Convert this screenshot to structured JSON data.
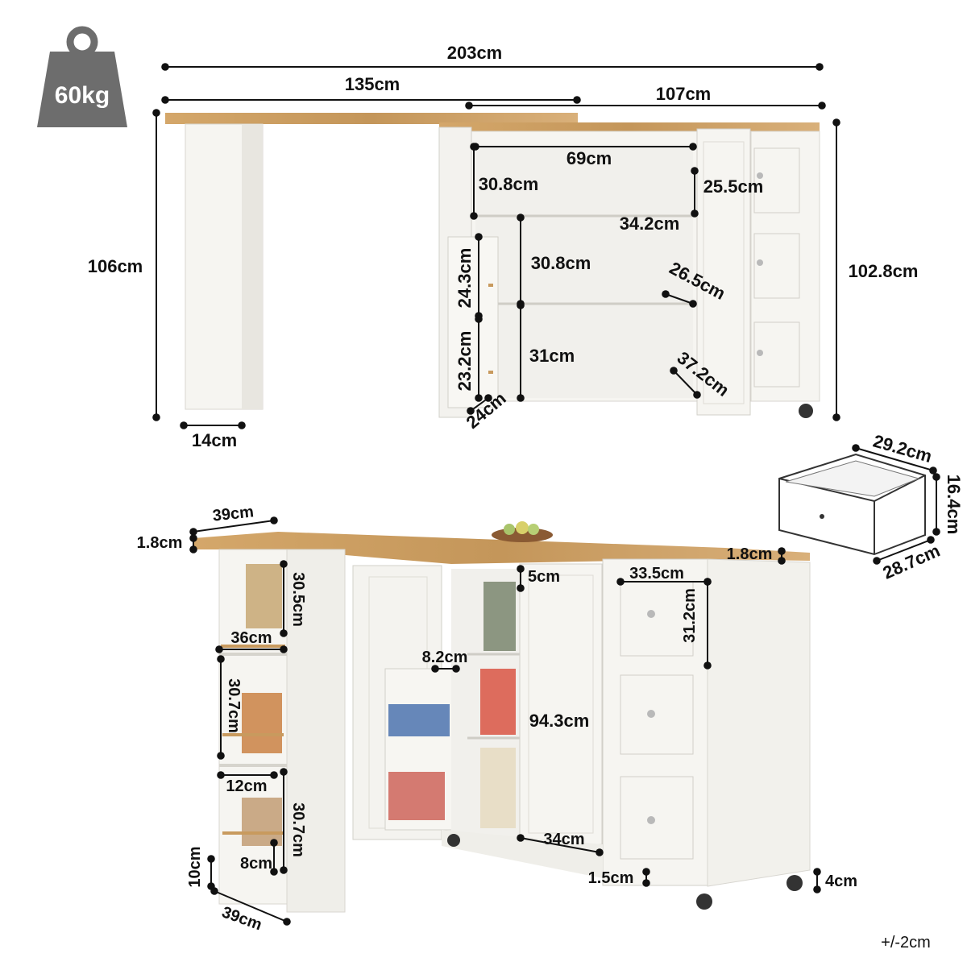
{
  "weight": {
    "label": "60kg"
  },
  "top_view": {
    "dim_total_width": "203cm",
    "dim_top_left": "135cm",
    "dim_top_right": "107cm",
    "dim_height_left": "106cm",
    "dim_height_right": "102.8cm",
    "dim_leg_width": "14cm",
    "dim_cabinet_inner_width": "69cm",
    "dim_shelf1_height": "30.8cm",
    "dim_shelf2_height": "30.8cm",
    "dim_shelf3_height": "31cm",
    "dim_door_rack_upper": "24.3cm",
    "dim_door_rack_lower": "23.2cm",
    "dim_door_rack_depth": "24cm",
    "dim_shelf_depth_top": "34.2cm",
    "dim_door_shelf_top": "25.5cm",
    "dim_diag_mid": "26.5cm",
    "dim_diag_low": "37.2cm"
  },
  "drawer_detail": {
    "dim_width": "29.2cm",
    "dim_height": "16.4cm",
    "dim_depth": "28.7cm"
  },
  "bottom_view": {
    "dim_top_depth": "39cm",
    "dim_top_thickness_left": "1.8cm",
    "dim_top_thickness_right": "1.8cm",
    "dim_side_shelf_upper": "30.5cm",
    "dim_side_shelf_width": "36cm",
    "dim_side_shelf_mid": "30.7cm",
    "dim_side_shelf_low": "30.7cm",
    "dim_rail_gap": "12cm",
    "dim_rail_height": "8cm",
    "dim_base_height": "10cm",
    "dim_base_depth": "39cm",
    "dim_door_shelf_offset": "5cm",
    "dim_door_rack_depth": "8.2cm",
    "dim_cabinet_height": "94.3cm",
    "dim_cabinet_depth": "34cm",
    "dim_drawer_width": "33.5cm",
    "dim_drawer_height": "31.2cm",
    "dim_plinth": "1.5cm",
    "dim_caster": "4cm"
  },
  "tolerance": "+/-2cm",
  "colors": {
    "wood": "#c89a5e",
    "wood_dark": "#b58345",
    "cabinet": "#f6f5f1",
    "cabinet_shade": "#e4e2dc",
    "line": "#222222",
    "weight_icon": "#6d6d6d"
  }
}
